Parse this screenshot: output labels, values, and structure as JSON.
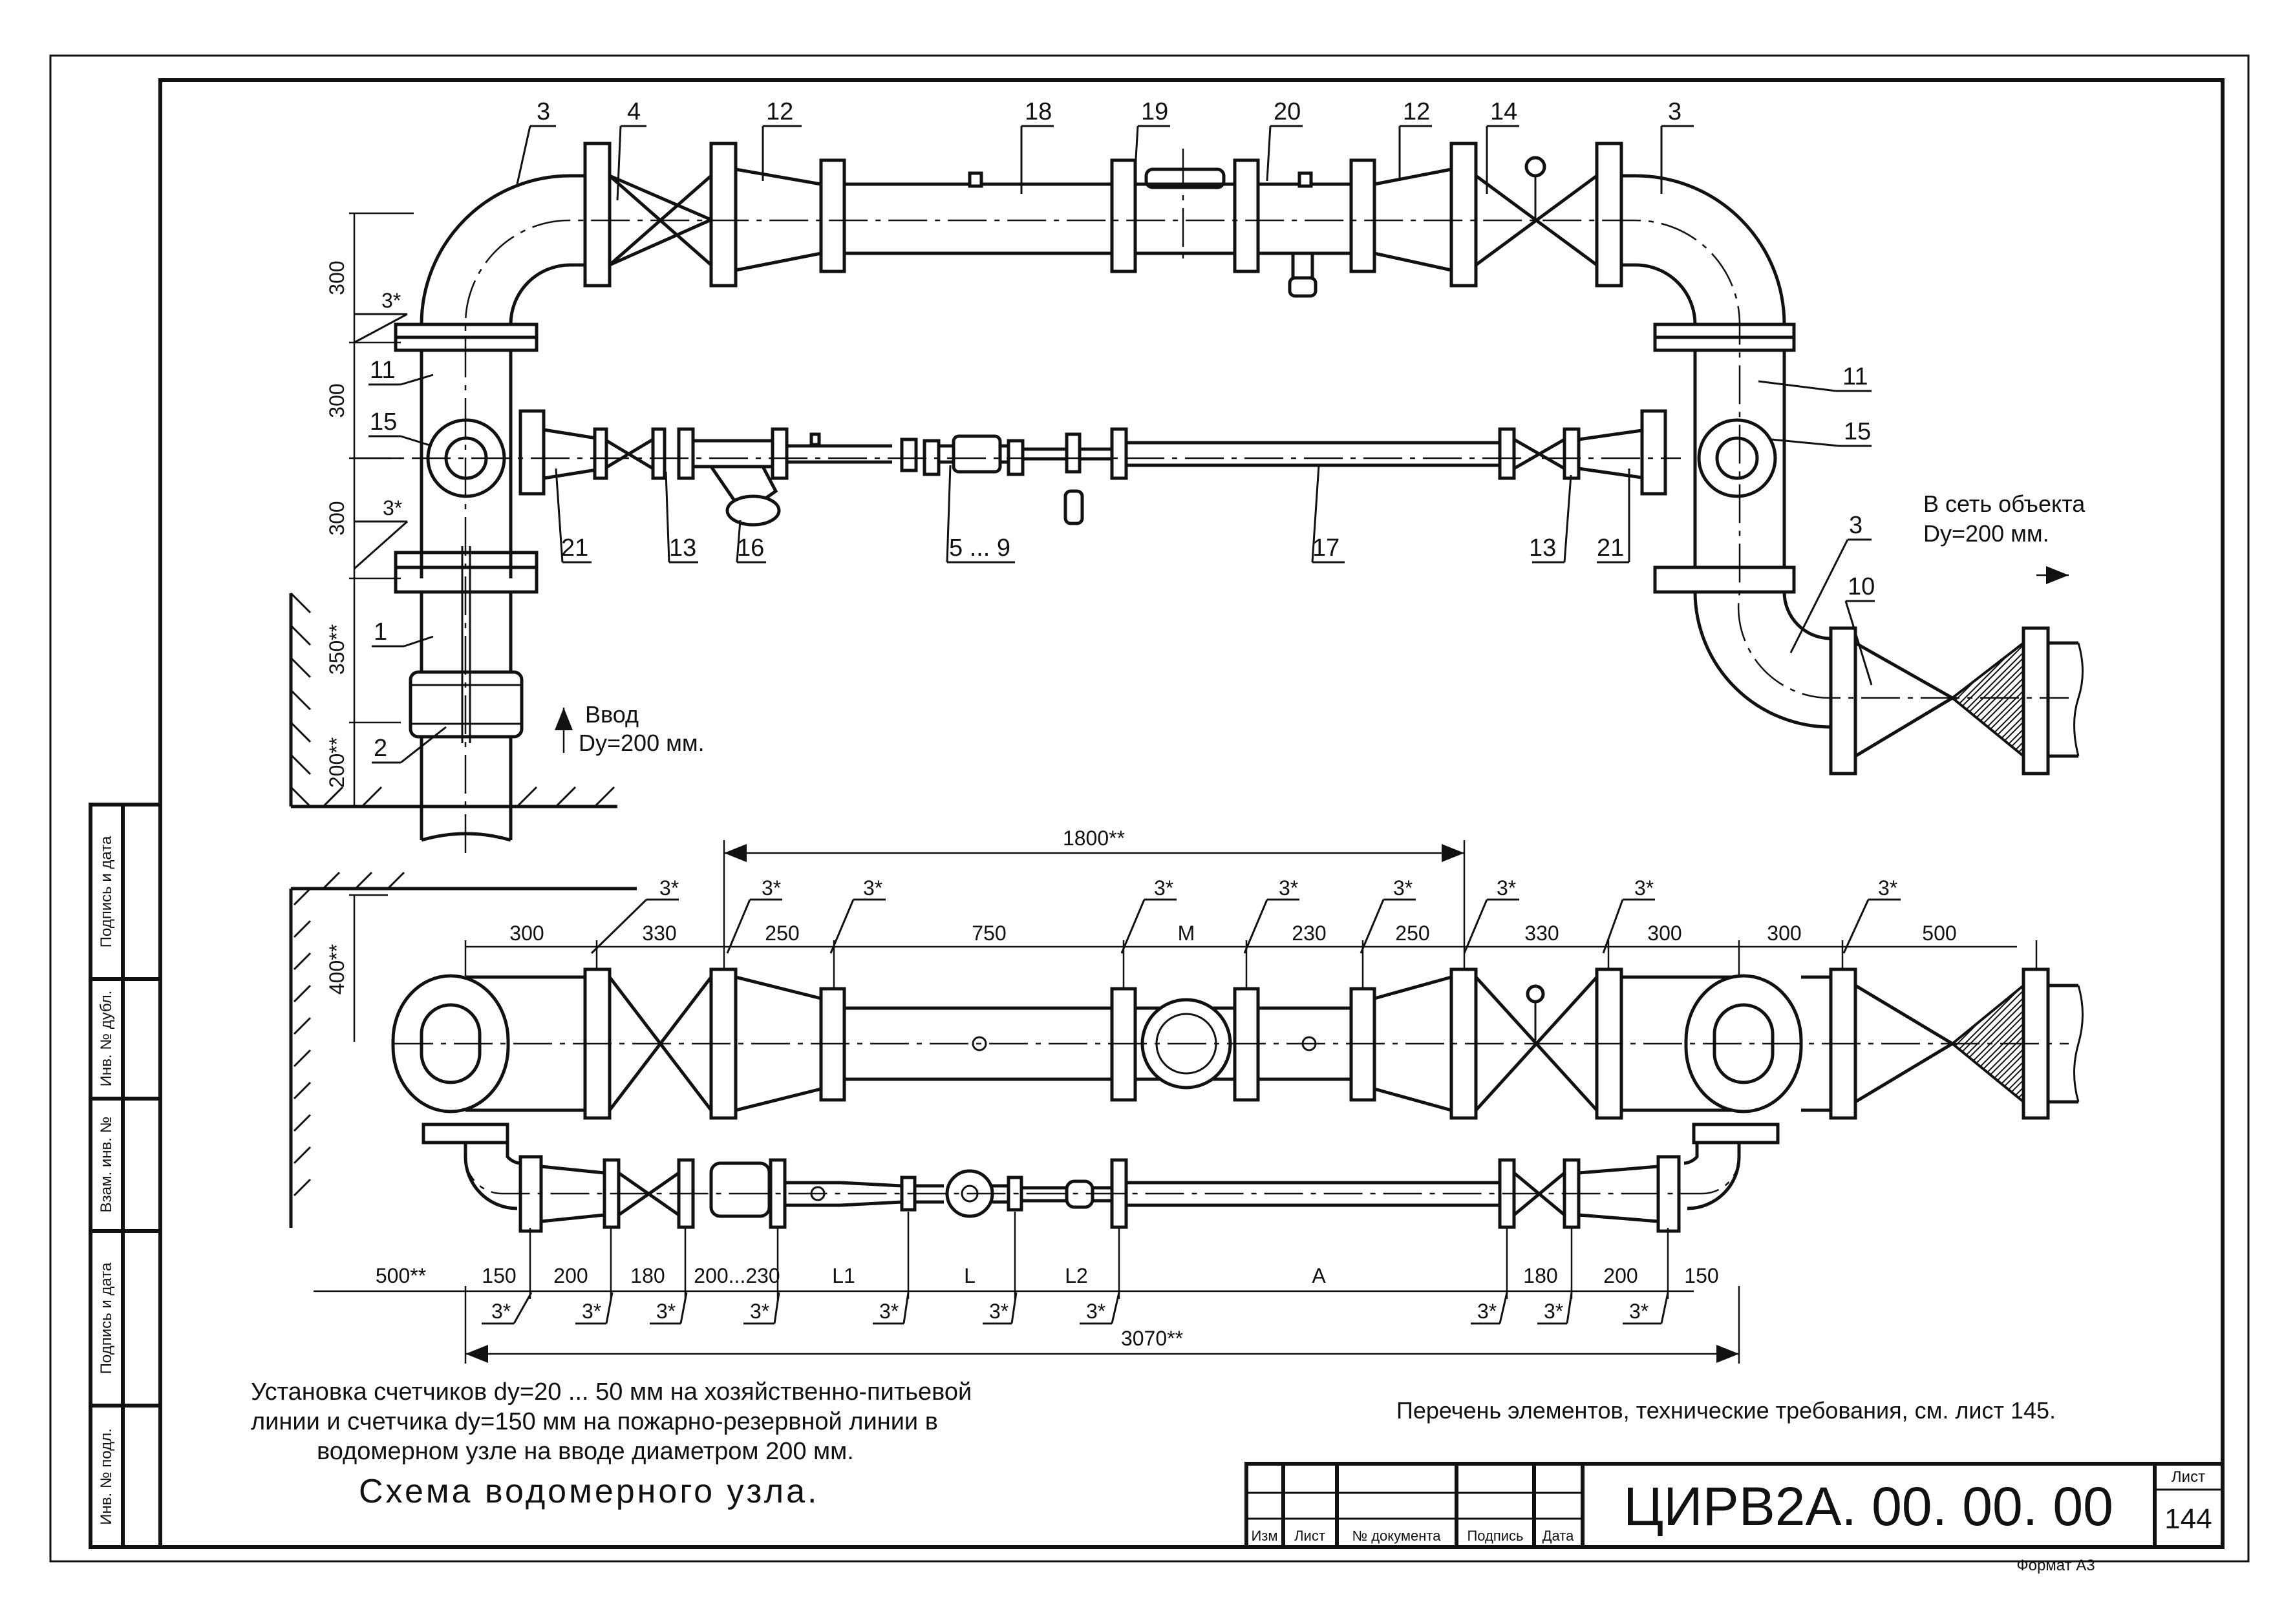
{
  "labels": {
    "top": [
      "3",
      "4",
      "12",
      "18",
      "19",
      "20",
      "12",
      "14",
      "3"
    ],
    "left": [
      "3*",
      "11",
      "15",
      "3*",
      "1",
      "2"
    ],
    "mid": [
      "21",
      "13",
      "16",
      "5 ... 9",
      "17",
      "13",
      "21"
    ],
    "right": [
      "11",
      "15",
      "3",
      "10"
    ]
  },
  "dims": {
    "vert_top": [
      "300",
      "300",
      "300",
      "350**",
      "200**"
    ],
    "vert_bottom": "400**",
    "total_top": "1800**",
    "top_row": [
      "300",
      "330",
      "250",
      "750",
      "M",
      "230",
      "250",
      "330",
      "300",
      "300",
      "500"
    ],
    "top_stars": [
      "3*",
      "3*",
      "3*",
      "3*",
      "3*",
      "3*",
      "3*",
      "3*",
      "3*"
    ],
    "bottom_row": [
      "500**",
      "150",
      "200",
      "180",
      "200...230",
      "L1",
      "L",
      "L2",
      "A",
      "180",
      "200",
      "150"
    ],
    "bottom_stars": [
      "3*",
      "3*",
      "3*",
      "3*",
      "3*",
      "3*",
      "3*",
      "3*",
      "3*",
      "3*"
    ],
    "total_bottom": "3070**"
  },
  "annotations": {
    "inlet": "Ввод",
    "inlet_size": "Dy=200 мм.",
    "outlet": "В сеть объекта",
    "outlet_size": "Dy=200 мм.",
    "caption_1": "Установка счетчиков dy=20 ... 50 мм на хозяйственно-питьевой",
    "caption_2": "линии и счетчика dy=150 мм на пожарно-резервной линии в",
    "caption_3": "водомерном узле на вводе диаметром 200 мм.",
    "scheme_title": "Схема водомерного узла.",
    "reference": "Перечень элементов, технические требования, см. лист 145."
  },
  "side_stamp": [
    "Подпись и дата",
    "Инв. № дубл.",
    "Взам. инв. №",
    "Подпись и дата",
    "Инв. № подл."
  ],
  "title_block": {
    "headers": [
      "Изм",
      "Лист",
      "№ документа",
      "Подпись",
      "Дата"
    ],
    "code": "ЦИРВ2А. 00. 00. 00",
    "sheet_label": "Лист",
    "sheet_number": "144",
    "format": "Формат А3"
  }
}
